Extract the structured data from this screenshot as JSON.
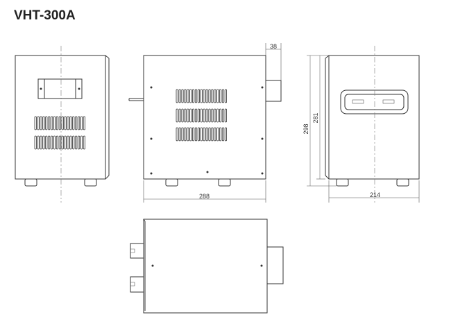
{
  "title": "VHT-300A",
  "dimensions": {
    "handle_depth": "38",
    "side_depth": "288",
    "rear_height_total": "298",
    "rear_height_body": "281",
    "rear_width": "214"
  },
  "colors": {
    "line": "#333333",
    "background": "#ffffff"
  }
}
